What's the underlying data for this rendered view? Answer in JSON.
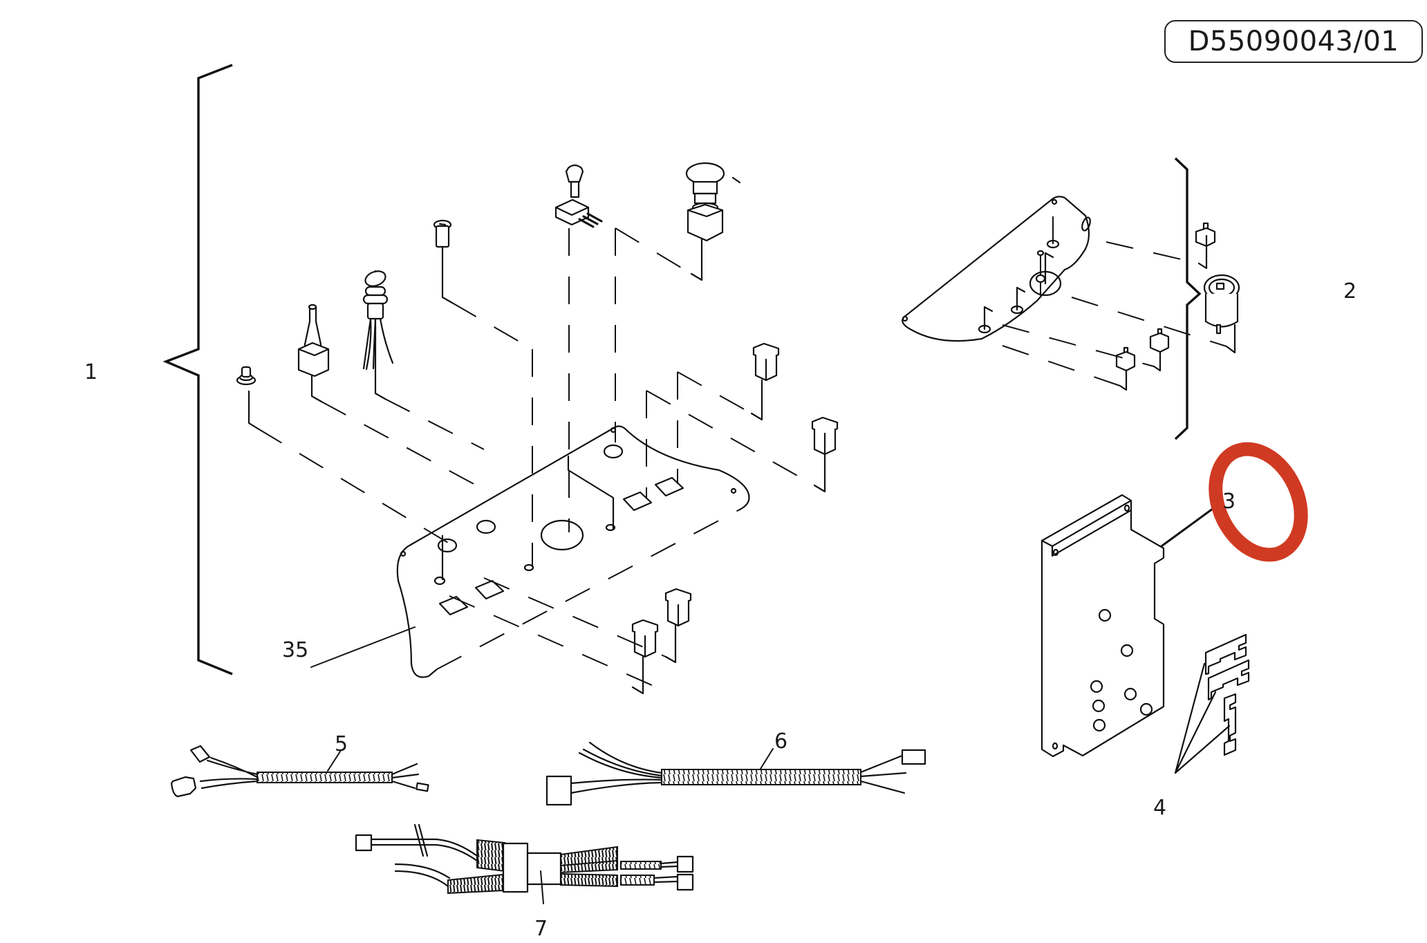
{
  "document": {
    "drawing_number": "D55090043/01",
    "type": "exploded parts diagram"
  },
  "callouts": [
    {
      "id": "1",
      "label": "1",
      "description": "control panel assembly (bracketed group)"
    },
    {
      "id": "2",
      "label": "2",
      "description": "secondary panel assembly (bracketed group)"
    },
    {
      "id": "3",
      "label": "3",
      "description": "controller box",
      "highlighted": true
    },
    {
      "id": "4",
      "label": "4",
      "description": "mounting clips"
    },
    {
      "id": "5",
      "label": "5",
      "description": "wiring harness"
    },
    {
      "id": "6",
      "label": "6",
      "description": "wiring harness"
    },
    {
      "id": "7",
      "label": "7",
      "description": "wiring harness"
    },
    {
      "id": "35",
      "label": "35",
      "description": "panel plate"
    }
  ],
  "highlight": {
    "target": "3",
    "color": "#D03A22"
  }
}
